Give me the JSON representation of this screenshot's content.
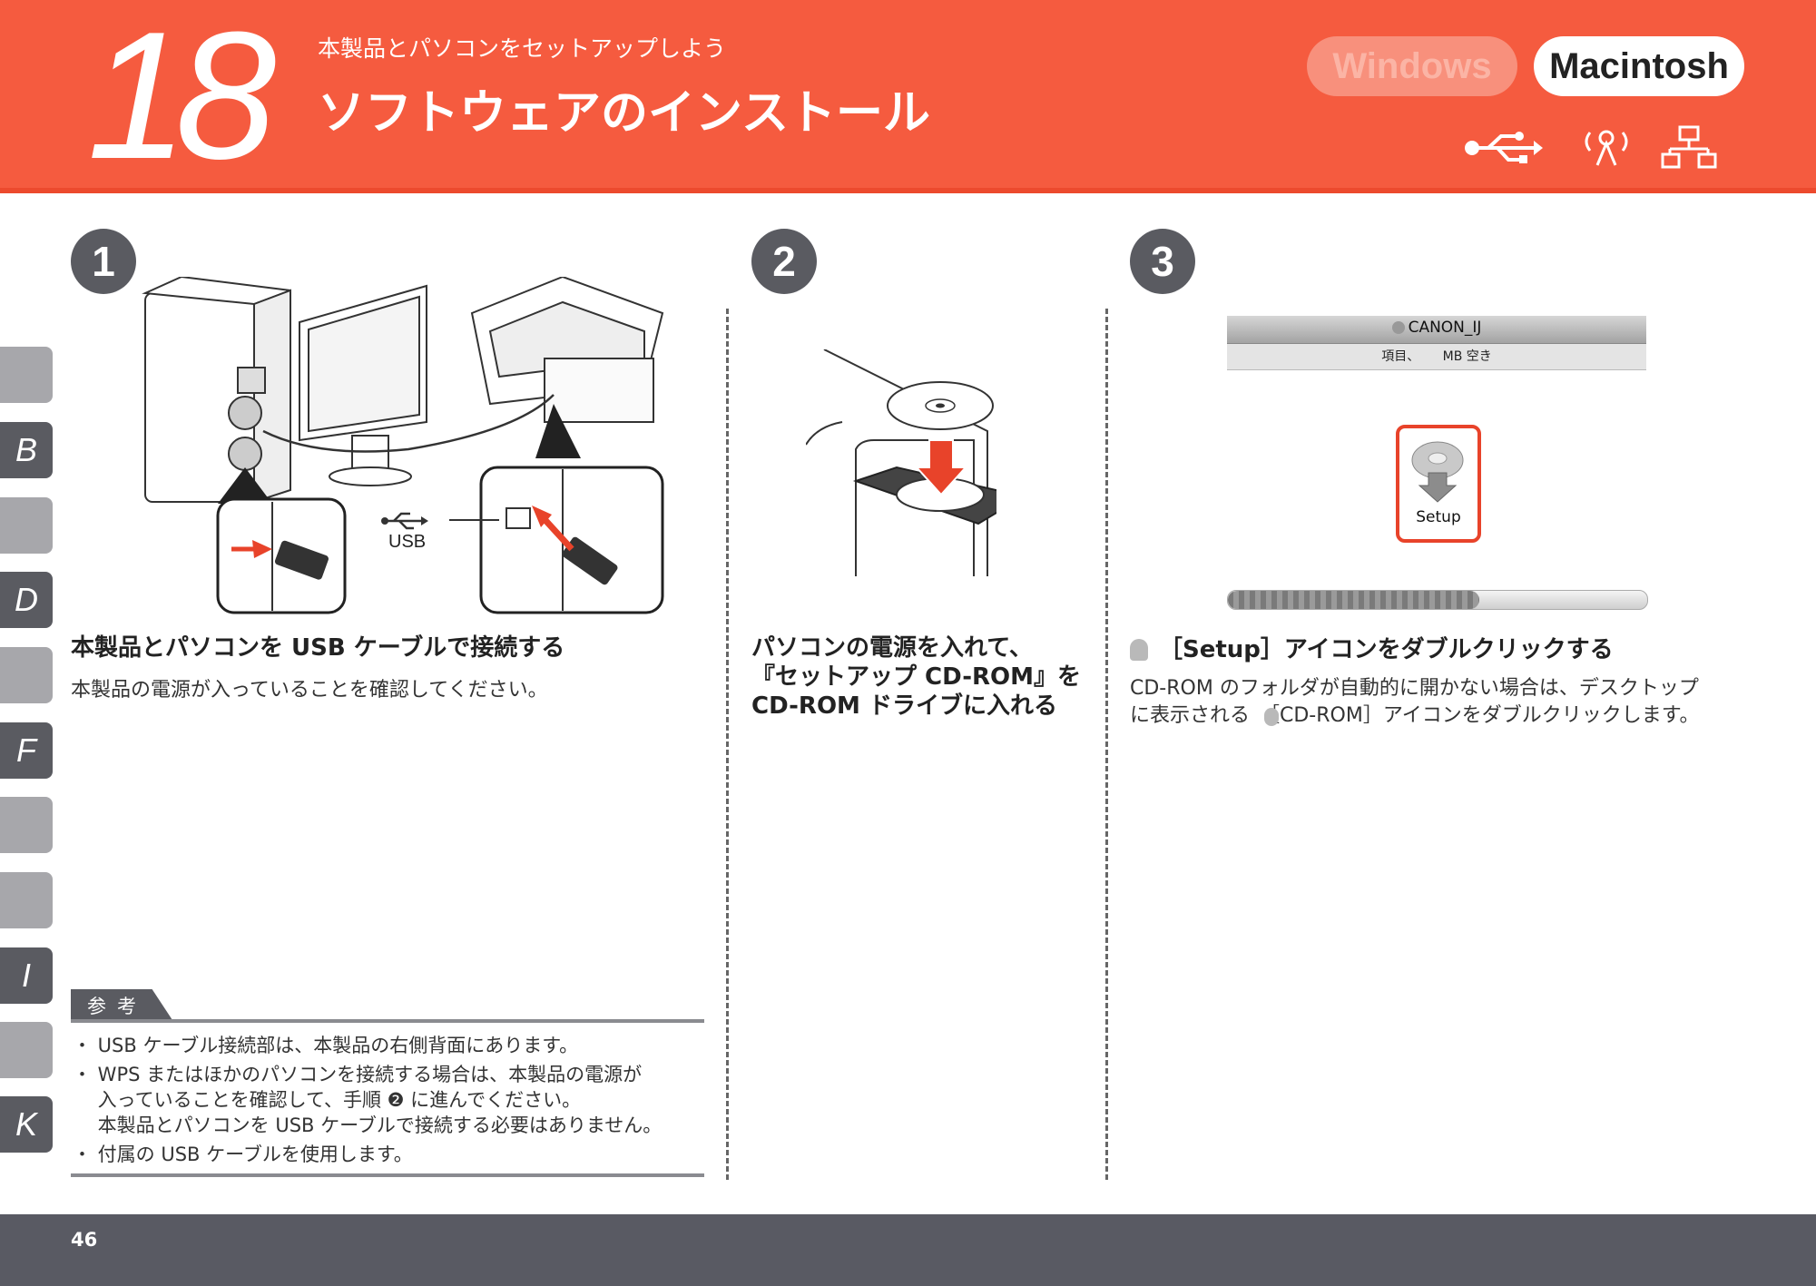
{
  "header": {
    "step_number": "18",
    "subtitle": "本製品とパソコンをセットアップしよう",
    "title": "ソフトウェアのインストール",
    "os_windows": "Windows",
    "os_mac": "Macintosh",
    "connection_icons": [
      "usb-icon",
      "wireless-icon",
      "network-icon"
    ],
    "colors": {
      "header_bg": "#f55b3f",
      "tab_dark": "#5a5b61",
      "highlight": "#e8432a"
    }
  },
  "side_tabs": [
    "",
    "B",
    "",
    "D",
    "",
    "F",
    "",
    "",
    "I",
    "",
    "K"
  ],
  "steps": [
    {
      "number": "1",
      "usb_label": "USB",
      "heading": "本製品とパソコンを USB ケーブルで接続する",
      "body": "本製品の電源が入っていることを確認してください。"
    },
    {
      "number": "2",
      "heading_lines": [
        "パソコンの電源を入れて、",
        "『セットアップ CD-ROM』を",
        "CD-ROM ドライブに入れる"
      ]
    },
    {
      "number": "3",
      "window_title": "CANON_IJ",
      "window_info": "項目、　　 MB 空き",
      "icon_label": "Setup",
      "progress_percent": 60,
      "heading": "［Setup］アイコンをダブルクリックする",
      "body_lines": [
        "CD-ROM のフォルダが自動的に開かない場合は、デスクトップ",
        "に表示される　［CD-ROM］アイコンをダブルクリックします。"
      ]
    }
  ],
  "reference": {
    "label": "参考",
    "items": [
      "・ USB ケーブル接続部は、本製品の右側背面にあります。",
      "・ WPS またはほかのパソコンを接続する場合は、本製品の電源が",
      "　 入っていることを確認して、手順 ❷ に進んでください。",
      "　 本製品とパソコンを USB ケーブルで接続する必要はありません。",
      "・ 付属の USB ケーブルを使用します。"
    ]
  },
  "footer": {
    "page_number": "46"
  }
}
